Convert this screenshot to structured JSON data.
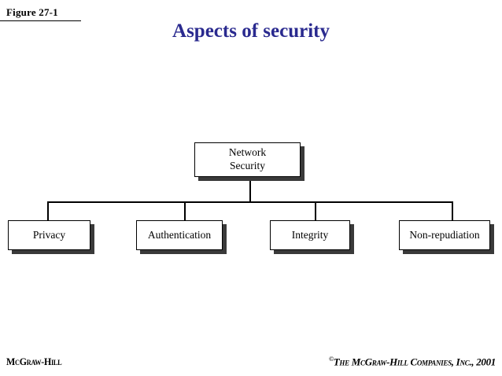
{
  "figure": {
    "label": "Figure 27-1"
  },
  "title": "Aspects of security",
  "colors": {
    "title": "#2a2a8f",
    "node_border": "#000000",
    "node_fill": "#ffffff",
    "shadow": "#3a3a3a",
    "connector": "#000000"
  },
  "diagram": {
    "type": "hierarchy",
    "root": {
      "label_line1": "Network",
      "label_line2": "Security"
    },
    "children": [
      {
        "label": "Privacy"
      },
      {
        "label": "Authentication"
      },
      {
        "label": "Integrity"
      },
      {
        "label": "Non-repudiation"
      }
    ]
  },
  "footer": {
    "left": "McGraw-Hill",
    "copyright_mark": "©",
    "right": "The McGraw-Hill Companies, Inc., 2001"
  }
}
